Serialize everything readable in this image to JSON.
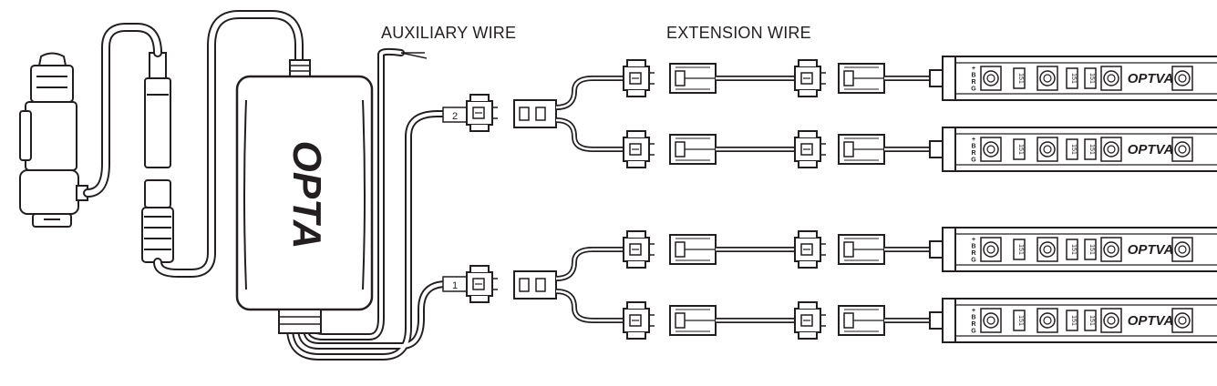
{
  "labels": {
    "auxiliary": "AUXILIARY WIRE",
    "extension": "EXTENSION WIRE"
  },
  "controller": {
    "logo": "OPTA"
  },
  "strip": {
    "logo": "OPTVA",
    "pins": [
      "+",
      "B",
      "R",
      "G"
    ],
    "resistor_code": "151"
  },
  "harness_tags": [
    "2",
    "1"
  ],
  "strip_count": 4,
  "colors": {
    "line": "#231f20",
    "background": "#ffffff"
  }
}
